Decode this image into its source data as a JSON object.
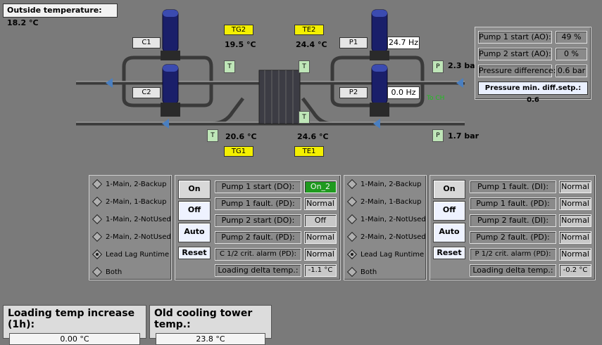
{
  "outside_temperature": "Outside temperature: 18.2 °C",
  "diagram": {
    "chiller_c1": "C1",
    "chiller_c2": "C2",
    "pump_p1": "P1",
    "pump_p2": "P2",
    "tg2_label": "TG2",
    "tg2_value": "19.5 °C",
    "te2_label": "TE2",
    "te2_value": "24.4 °C",
    "tg1_label": "TG1",
    "tg1_value": "20.6 °C",
    "te1_label": "TE1",
    "te1_value": "24.6 °C",
    "p1_freq": "24.7 Hz",
    "p2_freq": "0.0 Hz",
    "pressure_high": "2.3 bar",
    "pressure_low": "1.7 bar",
    "to_ch": "To CH",
    "sensor_t": "T",
    "sensor_p": "P"
  },
  "status_panel": {
    "rows": [
      {
        "label": "Pump 1 start (AO):",
        "value": "49 %"
      },
      {
        "label": "Pump 2 start (AO):",
        "value": "0 %"
      },
      {
        "label": "Pressure difference:",
        "value": "0.6 bar"
      }
    ],
    "setpoint": "Pressure min. diff.setp.: 0.6"
  },
  "modes_left": [
    "1-Main, 2-Backup",
    "2-Main, 1-Backup",
    "1-Main, 2-NotUsed",
    "2-Main, 2-NotUsed",
    "Lead Lag Runtime",
    "Both"
  ],
  "modes_right": [
    "1-Main, 2-Backup",
    "2-Main, 1-Backup",
    "1-Main, 2-NotUsed",
    "2-Main, 2-NotUsed",
    "Lead Lag Runtime",
    "Both"
  ],
  "buttons": {
    "on": "On",
    "off": "Off",
    "auto": "Auto",
    "reset": "Reset"
  },
  "ctrl_left": {
    "rows": [
      {
        "label": "Pump 1 start (DO):",
        "value": "On_2"
      },
      {
        "label": "Pump 1 fault. (PD):",
        "value": "Normal"
      },
      {
        "label": "Pump 2 start (DO):",
        "value": "Off"
      },
      {
        "label": "Pump 2 fault. (PD):",
        "value": "Normal"
      },
      {
        "label": "C 1/2 crit. alarm (PD):",
        "value": "Normal"
      },
      {
        "label": "Loading delta temp.:",
        "value": "-1.1 °C"
      }
    ]
  },
  "ctrl_right": {
    "rows": [
      {
        "label": "Pump 1 fault. (DI):",
        "value": "Normal"
      },
      {
        "label": "Pump 1 fault. (PD):",
        "value": "Normal"
      },
      {
        "label": "Pump 2 fault. (DI):",
        "value": "Normal"
      },
      {
        "label": "Pump 2 fault. (PD):",
        "value": "Normal"
      },
      {
        "label": "P 1/2 crit. alarm (PD):",
        "value": "Normal"
      },
      {
        "label": "Loading delta temp.:",
        "value": "-0.2 °C"
      }
    ]
  },
  "bottom": {
    "loading_title": "Loading temp increase (1h):",
    "loading_value": "0.00 °C",
    "old_tower_title": "Old cooling tower temp.:",
    "old_tower_value": "23.8 °C"
  },
  "colors": {
    "active_green": "#1f9a1f",
    "indicator_yellow": "#f4f000",
    "background": "#7a7a7a"
  }
}
